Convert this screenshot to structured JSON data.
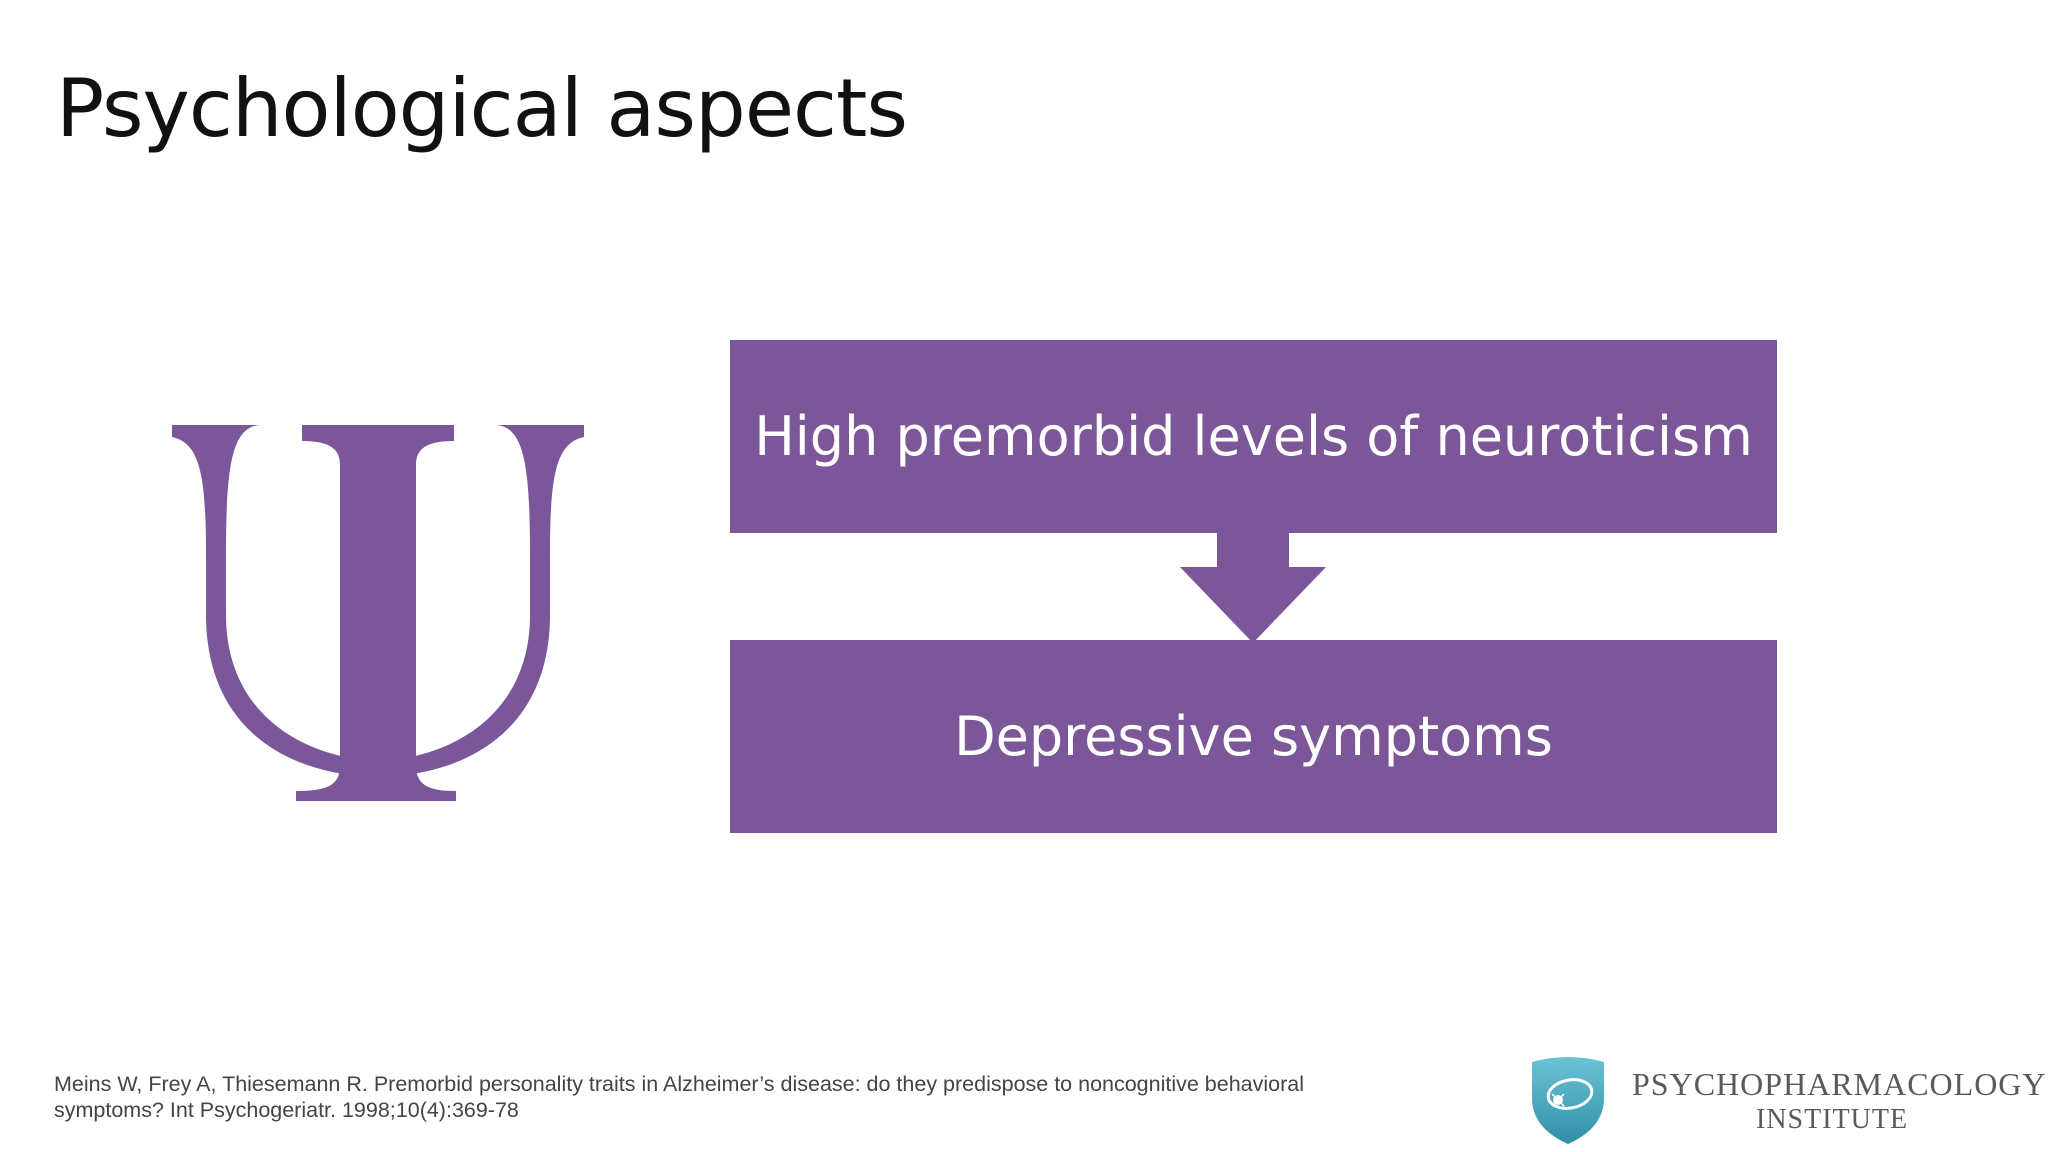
{
  "slide": {
    "title": "Psychological aspects"
  },
  "diagram": {
    "icon": "psi-icon",
    "box_top_text": "High premorbid levels of neuroticism",
    "box_bottom_text": "Depressive symptoms",
    "accent_color": "#7b5799"
  },
  "citation": {
    "line1": "Meins W, Frey A, Thiesemann R. Premorbid personality traits in Alzheimer’s disease: do they predispose to noncognitive behavioral",
    "line2": "symptoms? Int Psychogeriatr. 1998;10(4):369-78"
  },
  "logo": {
    "icon": "shield-logo-icon",
    "line1": "PSYCHOPHARMACOLOGY",
    "line2": "INSTITUTE"
  }
}
